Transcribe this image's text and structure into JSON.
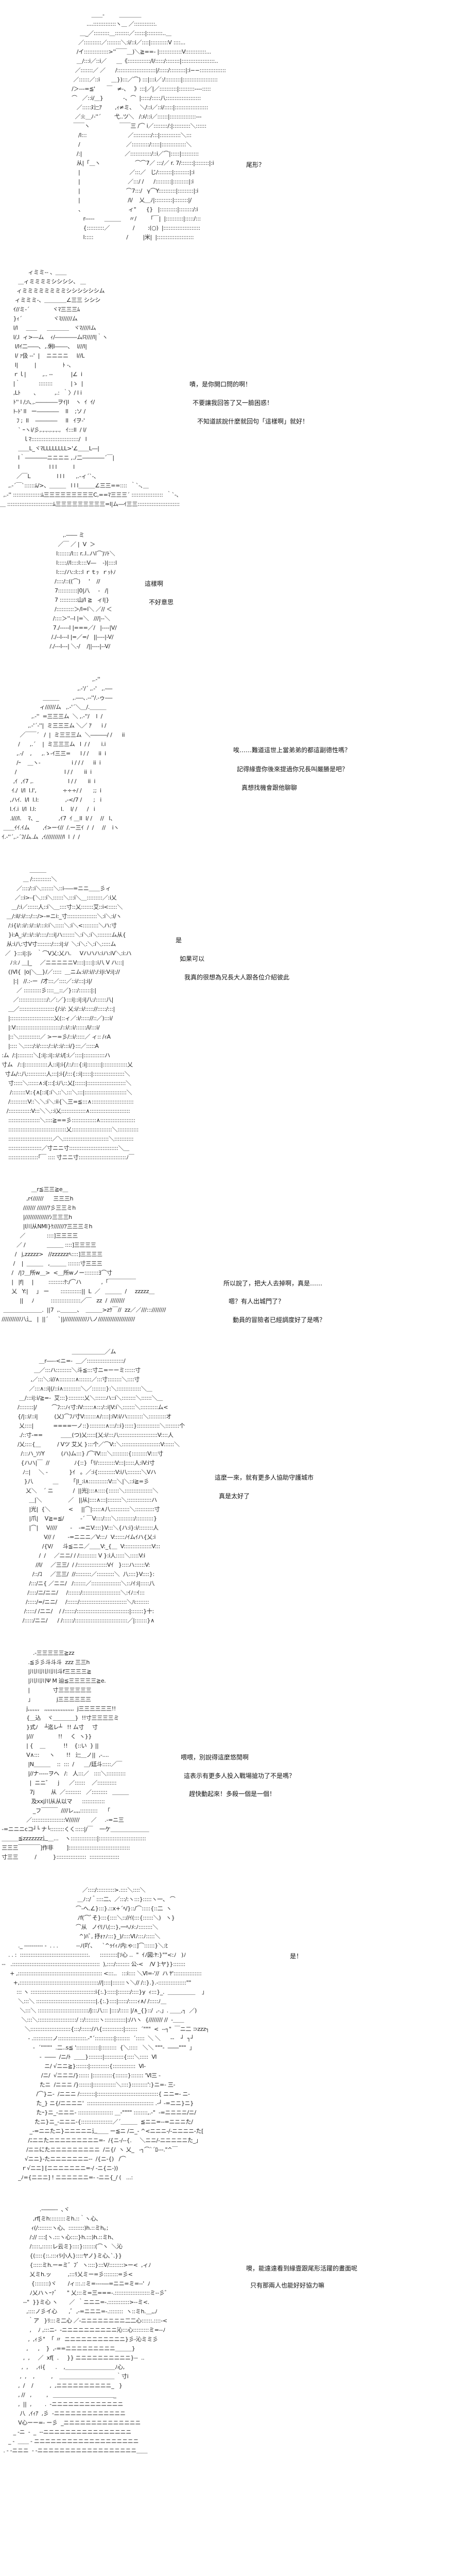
{
  "panels": [
    {
      "art": [
        "                  ＿＿-         ＿＿＿＿",
        "               ....:::::::::::::ヽ＿ ／::::::::::::.",
        "           ＿_／:::::::::＿::::::::／::::::|:::::::::..＿",
        "          ／::::::::::／::::::::＼:i/::i／::::|::::::::::V ::::...",
        "         /イ::::::::::::::>''￣￣＿)＼≧==- |:::::::::::::V::::::::::::...",
        "         ＿/:::i／::i／      ＿《:::::::::::::/l/:::::/::::::::|:::::::::::::::::::..",
        "        ／:::::::／ ／      /::::::::::::::::::::::|/:::::/:::::::::|:i−−:::::::::::::::",
        "       ／::::::／::i       ＿}):::／⌒) :::|:::i／:/:::::::::|::::::::::::::::::::",
        "      /＞---=≦'       ￣   ≠-、   》:::|／|／::::::::::|:::::::::----:::::",
        "      ⌒   ／::i/＿}            -、⌒  |:::::/:::::八::::::::::::::::::::",
        "         ／:::::ﾇ辷ｱ        ,ｨ≠ミ、   ＼/::i／::i/:::::|:::::::::::::::::::",
        "        ／:i:＿ﾉ-''´        弋..ツ＼   /:ﾒ/::i／::::::|:::::::::::::::---",
        "       ￣￣ヽ                  ￣￣三 /⌒ i／::::::::/:|::::::::::＼::::::",
        "          /l:::                         ／::::::::::/:::|::::::::::::＼:::",
        "          /                            ／::::::::::/:::::|::::::::::::::＼",
        "         /:|                          ／::::::::::::/::i／⌒|:::::|::::::::::",
        "         从|「＿ヽ                     ⌒⌒7／ :::/／ r. 7/:::::::|::::::::|:i",
        "          |                              ／:::／   じ/::::::::|:::::::::|:i",
        "          |                             ／:::/ /      /:::::::::|:::::::::|:i",
        "          |                            ⌒7:::/   γ⌒Y::::::::::|:::::::::|:i",
        "          |                             /l/    乂＿ﾉ|::::::::::|::::::::|/",
        "          、                           ィ\"      {}   |::::::::::|::::::::/:i",
        "             r-----      ＿＿＿     〃/       「￣|  |::::::::::|:::::/:::",
        "             {::::::::::／              /        :(○)  |:::::::::::::::::::::",
        "             l:::::                    /         |米|  |:::::::::::::::::::::"
      ],
      "dialogue": [
        "尾形？"
      ]
    },
    {
      "art": [
        "                 ィミミ-- 、＿＿",
        "           ＿ィミミミミシシシシ、 ＿",
        "          ィミミミミミミミミシシシシシシム",
        "         ィミミミ-、＿＿＿＿∠三三 シシシ",
        "        ｲ//ミ-´              ヾﾏ三三三ﾑ",
        "        }ｨ´                   ヾﾏ//////ム",
        "        l/l     ＿＿      ＿＿＿＿   ヾﾏ////iム",
        "        l/,l  ィ>―ム    ｨ/――――ムlﾏ////l|｀ヽ",
        "         l/lｲ二――､  ,.俐l――-､    l///l|",
        "         l/ ｧ伋 --'  |    ニニニニ     l//L",
        "         l|          |                ﾄ -､",
        "        ｒｌ|          ,.. --           |∠  i",
        "        |｀           ::::::::           |ゝ  |",
        "        ,Lﾄ        ､           ,.:  ｀〉/ l i",
        "        ﾄ'' l /;ﾊ､,.――――ヲｲ|l    ヽ  ｲ  ｲ/",
        "        ﾄ-ﾄ' ll   ー――――    ll    ;ソ /",
        "          ﾌ ;  ll    ――――     ll   ｲヲ-'",
        "           ` ｰヽi/彡,.,.,.,.,.,.,   ｲ:::ll  / l/",
        "              ｌﾏ:::::::::::::::::::::::::::/   l",
        "           ＿＿L_ヾﾏLLLLLLLL>'∠＿＿L―|",
        "           l｀――――ニニニニ ,.ﾉ二――――´￣|",
        "           l                  l l l          l",
        "          ／￣L                l l l       ,.-ィ´`-､",
        "     ,.-´￣`::::::ﾑ/>、＿＿＿   l l l＿＿＿∠三三==::::  ｀`-､＿",
        "  ,.-'' ::::::::::::::::ﾑ三三三三三三三三三C,==ﾏ三三三´ ::::::::::::::::::  ｀`-､",
        "＿ ::::::::::::::::::::::::::ﾑ三三三三三三三三三=l|ム―ｲ三三::::::::::::::::::::::::"
      ],
      "dialogue": [
        "嘖，是你開口問的啊！",
        "不要讓我回答了又一臉困惑！",
        "不知道該說什麼就回句「這樣啊」就好！"
      ]
    },
    {
      "art": [
        "          ,.―― ミ",
        "       ／￣ ／ |  V  ＞",
        "      l:::::::/l::: r..l..ハl⌒)ｿﾄ＼",
        "      l::::://l::::l::::V―    -)|::::l",
        "      l::::/ハ::l:::l ｒｔｯ  ｒｯﾄﾉ",
        "     /::::/::((⌒)     '    //",
        "     7:::::::::::|0|八     -   /|",
        "     7 ::::::::::山/l ≧   ィl|}",
        "     /::::::::::＞/l=l＼ ／// ＜",
        "    /::::＞''--l |=＼   ///|--＼",
        "    7./-----l |===／/   |----|V/",
        "   /./--l---l |=／=/   ||----|-V/",
        "  /./---l---| ＼-/    /||----|--V/"
      ],
      "dialogue": [
        "這樣啊",
        "不好意思"
      ]
    },
    {
      "art": [
        "                                                        ,.-''",
        "                                               ,.-'/´ ,.-'   ,.-―",
        "                          ＿＿＿        ,.―-､.--''/.-ゥ-―",
        "                        ィ//////ム   ,.-'´＼＿/.＿＿＿",
        "                   ,.-''  =三三三ム  ＼ ,.-''/    l  /",
        "                 ,.-'´-''|  ミ三三三ム ＼／ ｱ      i /",
        "            ／￣￣´   /  |  ミ三三三ム  ＼―――/ /      ii",
        "           /      ,.´    |  ミ三三三ム   l  / /       i.i",
        "          ,.-/    ,      ,.ゝ-ｲ三三=      l / /      ii  i",
        "          /ｰ    ＿ヽ-                   i / / /      ii  i",
        "         /                             l / /       ii  i",
        "        ,ｲ  ,ｲ7 ,.                     l / /       ii  i",
        "       ｲ./  l/l  l.l',                ÷÷÷/ /       ;;  i",
        "      ,ハｲ.  l/l  l.l:                ,-</7 /       ;   i",
        "      l.ｲ.i  l/l  l.l:               l.    l/ /      /   i",
        "      .l///l.    ﾏ、_            ,ｲ7  ｲ ＿ll  l/ /     //   l、",
        "  ＿＿ｲｲ.ｲム        ,ｲ>ーｲ//  /.ー三ｲ  /  /     //    iヽ",
        " ｲ.-''´,.-´ﾌ/ム.ム  ,ｲ//////////l  l  /  /"
      ],
      "dialogue": [
        "唉……難道這世上當弟弟的都這副德性嗎？",
        "記得緣壹你後來提過你兄長叫嚴勝是吧？",
        "真想找機會跟他聊聊"
      ]
    },
    {
      "art": [
        "                  ＿＿＿",
        "              ＿ /:::::::::::＼",
        "          ／::::/::i＼:::::::＼::i--―=ニニ＿＿彡ィ",
        "         ／::i>-{＼:::i＼::::::＼:::i＼＿:::::::::／:i乂",
        "       ＿/:i／::::::人::i＼＿::::寸::乂:::::::艾::i<:::::＼",
        "    ＿/:il/:i/:::/:::/>-=ニi:_寸:::::::::::::::::＼:i＼:i/ヽ",
        "     /:i{i/::i/::i/::i/:::i:i＼:::::＼:i＼<:::::::::＼ハ:寸",
        "     }i:A_:i/::i/::i/::::/:::i|ハ:::::::＼:i＼:i＼::::::::ム从{",
        "    从:i八:寸V寸::::::::/::::i|:i/  ＼:i＼:＼:i＼:::::ム",
        "   ／  }:::i|:|ﾚ   ｀⌒V乂:乂ハ.     Vハハハ:iハ:iV＼:i:ハ",
        "      ﾉ:i:ﾉ ＿|_     ／ニニニニニV::::|::::|::i八 V ハ:::|",
        "     ()Ⅵ{  |o|＼＿}/／:::::  ＿ニム:i//:i//:/:i|i:V:i|://",
        "        |:|   //.:-ー  /才:::／::::／::i/:::|:i|/",
        "          ／ ::::::::::彡::::＿::／}:::/:::::::|:|",
        "        ／::::::::::::::::/:／:／}:::i|::i|:i|八:/::::::八|",
        "     ＿／::::::::::::::::::::{/:i/: 乂:i/::i/::::://:::::/:::|",
        "     |:::::::::::::::::::::::::乂(::ィ／:i/::::://::／):::i/",
        "     |:V::::::::::::::::::::::::::/::i/::i/::::::/i/:::i/",
        "     |::＼::::::::::::／ >ー=彡/::i/:::::／ ィ:: /ｨA",
        "     |:::: ＼:::::/:i/:::::/::i/::i/:::i/}:::／:::::A",
        " :ム  /:|:::::::::＼[:i|::i|::i/:i/[:i／::::|::::::::::::ハ",
        " 寸ム   /::|:::::::::::::人::i|:i{/::/:::{:i|::::::::|::::::::::::::乂",
        "   寸ム/::八:::::::::::人:::|:i{/:::{::i|:::::|::::::::::::::::::＼",
        "     寸:::::＼::::::∧:i[:::[:i八::乂[::::::|::::::::::::::::::::::＼",
        "      /::::::::V::{∧[::i[:i＼::＼:::＼:::|::::::::::::::::::::::::＼",
        "     /::::::::::V::＼＼:i＼:ii{＼三=≦:::∧::::::::::::::::::::::::",
        "    /:::::::::::::V:::＼＼::i乂::::::::::::::∧:::::::::::::::::::::::",
        "     ::::::::::::::::::＼::::≧==彡::::::::::::::∧::::::::::::::::::::",
        "     :::::::::::::::::::::::::::::::::乂:::::::::::::::::::::::＼::::::::::::",
        "     :::::::::::::::::::::::::／＼::::::::::::::::::::::::::＼:::::::::::",
        "     :::::::::::::::::::／寸ニニ寸::::::::::::::::::::::::::::＼＿",
        "     :::::::::::::::::｢￣ :::: 寸ニニ寸:::::::::::::::::::::::::::ﾉ￣"
      ],
      "dialogue": [
        "是",
        "如果可以",
        "我真的很想為兄長大人跟各位介紹彼此"
      ]
    },
    {
      "art": [
        "                   ＿r≦三三≧e＿",
        "                ,rｲ//////      三三三h",
        "              /////// //////ｱ彡三三ミh",
        "              |//////////////ｼ三三三h",
        "              |l川从NMl}ｹ//////ｱ三三三ミh",
        "            ／             ::::]三三三三",
        "          ／ /             ＿＿＿ ::::]三三三三",
        "         /   j,zzzzz>   //zzzzzzﾍ::::]三三三三",
        "        /    |  ＿＿＿   ,＿＿＿ :::::::寸三三三",
        "       /   /|ﾌ＿所w＿>  <＿所wノー::::::::ﾖ⌒寸",
        "       |   |f|     |         :::::::::ｹ:/⌒ハ            ,「￣￣￣￣￣",
        "       乂   Y:|     」 ー       ::::::::::::||  L  ／   ＿＿＿  /     zzzzz＿",
        "            ||     ﾉ          :::::::::::::::::／￣   zz  /  ////////",
        "  ＿＿＿＿＿＿＿.  ||7  ,.＿＿＿、  ＿＿＿>zｹ￣//  zz／／///:::////////",
        " ///////////八辶   |  ||´      `||/////////////八ノ/////////////////////"
      ],
      "dialogue": [
        "所以說了，把大人去掉啊，真是……",
        "嗯？有人出城門了？",
        "動員的冒險者已經調度好了是嗎？"
      ]
    },
    {
      "art": [
        "                                      ＿＿＿＿＿＿／ム",
        "                  ＿r―--<ニ=-  ＿／:::::::::::::::::::::/",
        "               ＿／:::ハ:::::::::＼斗≦:::寸ニ=ーーミ::::::寸",
        "             ,／:::＼:i//∧:::::::::∧:::::::／:::寸::::::::＼::::寸",
        "            ／:::∧::i|(/::i∧::::::::::＼／::::::::}:＼::::::::::::::＼＿",
        "      ＿/:::i|:i/≧=-  艾:::}:::::::::乂＼::::::ハ::i＼::::::::＼::::::＼＿",
        "     /::::::::|/         ⌒ﾌ:::ﾉｨ寸:iV::::::∧:::/::i|V:i＼:::::::＼::::::::::ム<",
        "     {/|::i/::i|          (乂)⌒ﾌﾉ寸V:::::::∧/::::|:iV:i/ハ:::::::::＼::::::::::オ",
        "      乂::::|            ====一ノ::}:::::::::∧:::/::i}:::::}:::::::::::::＼::::::::个",
        "      ./::寸-==           ＿＿(つ)乂:::::[乂:i/:::八::::::::::::::::::::::V::::人",
        "     /乂::::{＿          / Vツ 艾乂 }:::个／⌒V::＼::::::::::::::::::::::V::::::＼",
        "       /:::ハ_ｿｿY          (ハ)ム:::} /⌒ﾏV::::＼:::::::::{:::::::::V::::寸",
        "       {ハハ|￣  //               ﾉ{::}  ｢ﾘ/::::::::::V:::|:::::人:iV:i寸",
        "        ﾉ::|     ＼ -             }ｲ   。／:i{::::::::::V:i八::::::::＼Vハ",
        "         }八            ＿         ｢|l_:i∧:::::::::::V:::＼|＼::i≧=彡",
        "          乂＼    ´ ニ            /  ||光|:::∧::::{::::::＼::::::::::::::::＼",
        "            ＿|＼                ／   ||从|::::∧:::|::::::::＼::::::::::::::ハ",
        "            |光|  {＼           <     ||⌒|:::::∧八:::::::::::＼:::::::::::寸",
        "            |爪|    V≧=≦/          -´ ￣V::::/::::＼::::::::::/::::::::::}",
        "            |⌒|     V////        -    -=ニV::::}V:::＼{ハ:i}:i/::::::::人",
        "                     V// /        -=ニニニ／V:::ﾉ  V::::::ﾉｲムｲハ{乂:i",
        "                    /{V/      斗≦ニニ／＿＿V:_{＿  V::::::::::::::::V:::",
        "                  /  /     ／ニニ/ / /:::::::::: V }:i人:::::＼:::::V:i",
        "                //l/     ／三三/  / /:::::::::::::::::Vｲ   }::::ハ::::::V:",
        "              /::/ｺ     ／三三/  //:::::::::／::::::::::＼  八::::}V::::}:",
        "            /:::/ニ{ ／ニニ/   /:::::::／:::::::::::::::::＼::ﾉｲ:i|:::::八",
        "           /::::/ニ/ニニ/     /:::::::/::::::::::::::::::::::＼:ｲﾉ::ｲ:::",
        "          /:::::/=/ニニ/     /::::::/:::::::::::::::::::::::::::＼ﾊ::::::::",
        "         /:::::/ /ニニ/    / /::::::/::::::::::::::::::::::::::::::|:::::::}十:",
        "        /:::::/ニニ/      / /::::::/::::::::::::::::::::::::::::::／|:::::::}∧"
      ],
      "dialogue": [
        "這麼一來，就有更多人協助守護城市",
        "真是太好了"
      ]
    },
    {
      "art": [
        "                    .-三三三三三≧zz",
        "                 .≦彡彡斗斗斗  zzz 三三h",
        "                 |川川川川川斗f三三三三≧",
        "                 |川川川Ψ M 辿≦三三三三三≧e.",
        "                 |              寸三三三三三三",
        "                 」              j三三三三三三",
        "                j,,,,,,,   ,,,,,,,,,,,,,,,,,,  j三三三三三三!!",
        "                {＿込    ヾ＿＿＿＿}  !!寸三三三三ミ",
        "                }式ﾉ    ┴迄レ┴   !! ム寸     寸",
        "                |///               !!     く  ヽ}}",
        "                | {    ＿           !!    {::い  } ||",
        "                V∧:::      ヽ       !!   辷＿ノ||  ,-....",
        "                 |N＿＿＿    ::  :::  /      ＿/廷斗:::::／￣",
        "                 |//ナ-----ヲへ   /:   人:::／   ::::＼:::::::::::",
        "                  |  ニニ゛    j      ／::::::    ／:::::::::::",
        "                  7j          从  ／:::::::::   ／:::::::::   ＿＿＿",
        "                   及xxj川从从以マ      :::::::::::::",
        "                    _フ￣￣￣  ////レ,,,,::::::::::      ｢",
        "                ／:::::::::::::::::::V//////       ／     .-=ニ三",
        " -=ニニニcコ┘└ ナ└::::::::くく:::::|/￣    一ケ＿＿＿＿＿＿＿",
        " ＿＿＿≦zzzzzzz辶＿...    ヽ:::::::::::::::|:::::::::::::::::::::::::::",
        " 三三三￣￣￣￣]作非        ]:::::::::::::::::::::::::::::::::::",
        " 寸三三          /          }:::::::::::::::::  :::::::::::::::::"
      ],
      "dialogue": [
        "喂喂，別說得這麼悠閒啊",
        "這表示有更多人投入戰場搶功了不是嗎？",
        "趕快動起來！多殺一個是一個！"
      ]
    },
    {
      "art": [
        "                                                  ／::::/::::::::::>.::::＼::::＼",
        "                                               ＿ﾉ::/＾::::二、／:::/:ヽ:::}:::::ヽ一、 ⌒",
        "                                              ⌒-へ.∠}:::}.::x+´ﾍ/}::/⌒:::::{::二  ヽ",
        "                                               ﾉf(⌒ﾞそ}:::{::::＼:://ｲ(:::{::::::＼)   ヽ}",
        "                                              ⌒从   ノｲﾘ八(:::},一ﾍﾉﾒ:ﾉ::::::::＼",
        "                                                ^)ﾊﾞ, 抒ｫｧﾉ:::}_)/::::Ⅵﾉ:::ﾉ:::::＼",
        "           ._ ---------- -  . . .           --ﾉ(吖、    `^ｩｲｨﾉ内:ゃ::]⌒::::::}＼:ﾋ",
        "     . . :  :::::::::::::::::::::::::::::::::::::::.      ::::::::::[ｿ心 ‥  \"  ｲﾉ図:ﾔ:}\"\"<:ﾉ   )ﾉ",
        " --   .::::::::::::::::::::::::::::::::::::::::::::::::::  ),::::/:::::::: 公-<    /V ]:ヤ}}:::::::",
        "      + ,:::::::::::::::::::::::::::::::::::::::::::::::: <:::..   :::i:::: ＼Ⅵ=-'//  ハ ﾔ'::::::::::::::::",
        "        +,::::::::::::::::::::::::::::::::::::::::::::://|::::|:::::::ヽ＼// /::}.}.-::::::::::::::::\"\"",
        "          ::: ヽ :::::::::::::::::::::::::::::::::::::i{:.}:::::|:::::::/::::}y  ｨ:::}_.  ＿＿＿＿＿    」",
        "           ＼:::＼ ::::::::::::::::::::::::::::::::::|.{:.}::::|:::::/:::::ｨ∧/ /:::::ﾉ＿",
        "            ＼:::＼ :::::::::::::::::::::::::::::/j:::八::: |::::/::::: |/∧_{}::/  ,-.」. ＿＿,┐  ／)",
        "             ＼:::＼::::::::::::::::::::::/ ::/::::::::ヽ::::::::::::|:/ハヽ  {//////// //  ‐＿＿",
        "               ＼:::::::::::::::::::::::{:::/::::::/ハ{::::::::::::|:::::::  ´\"\"\"  <  --┐\"  ￣ニ二 ⊃zzz┐",
        "                 - .:::::::::::ノ::::::::::::::::.-\"´:::::::::::|::::::::  ´:::::  ＼ ＼      --    ┘  ┐┘",
        "                    -  ´''''''''  .二..s≦ ':::::::::::::|:::::::::  {＼:::::   ＼＼ \"\"\"-  ――\"\"\"  」",
        "                        -  ――  /ニ/ﾄ  ＿＿}::::::::|:::::::::::{::::＼:::::  Ⅵ",
        "                           ニ/ √ニニ≧}:::::::|:::::::::::{:::::::::::::  Ⅵ-",
        "                         /ニ/  √ニニニ/}:::::: |:::::::::::{:::::::}::::::: 'Ⅵ三 -",
        "                        たニ  /ニニニ /}:::::::|:::::::::::::＼::::}:::::::::':}ニ=- 三-",
        "                      /⌒}ニ-  /ニニニ /:::::::::|:::::::::::::::::::::::::::::::::::{ ニニ=- ニ-",
        "                      た_} ニ{/ニニニニ'  :::::::::::::::::::::::::::::::::::::: .-┘ -=ニニ}ニ}",
        "                      たｰ}ニ_-ニニニ- :::::::::::::::::::: ＿-\"\"\"\" ::::::::,.-\"  -=ニニニニ/ニ/",
        "                     たニ}ニ_-ニニニ-{::::::::::::::::::／´＿＿＿  ≦ニニ=--=ニニニた/",
        "                  _-=ニニたニ}ニニニニニ辶＿＿ ー≦ニ /ニ_- ^<ニニニ-/-ニニニニ-た[",
        "                 /ﾆニニたニニニニニニニニニ=-  /{ニ-/--{.     ＼ニニ/-ニニニニニた_」",
        "                /ニニにたニニニニニニニニニ  /ニ{/  ヽ 乂_   -┐⌒`´ﾛ---.\"^￣",
        "               √ニニ}-たニニニニニニニ--  /{ニ-{)   /⌒",
        "             ｒ√ニニ] [ニニニニニニニ=-/ -ニ{ニ-))",
        "           _ﾉ={ニニニ] ! ニニニニニニ=- -ニニ{_/ (   ...:"
      ],
      "dialogue": [
        "是！"
      ]
    },
    {
      "art": [
        "                        .-――--  ､ヾ",
        "                    ,rf[ミh:::::::::ミh.::｀ヽ心､",
        "                   ｨ(/::::::::ヽ心、:::::::::)h.::ミh｡;",
        "                  /:// ::::[ヽ.:::ヽ心::::}h.:::)h.::ミh、",
        "                  /:::::,::::::レ云ミ}::::}:::::::(⌒ヽ  ＼沁",
        "                  {(::::{::.:::ｨﾘ小人}::::ヤノ}ミ心､`.}}",
        "                  {:::::ミh.ー=ミ゛ﾌﾞ  ヽ::::}:::V/::::::::>ー<  ,ィﾉ",
        "                  乂ミh.ッ          ,:::ﾘ乂ミー=彡::::::::=彡<",
        "                   {::::::::)ヾ       /ィ:::.::ミ=----―=ニニ=ミ=--'  ﾉ",
        "                  ﾉ乂ハヽｰｧﾞ      \" 乂:::ミ=三===-.::::::::::::::::::::ミ--彡゛",
        "              --\"  }}ミ心 ヽ       ／  ｀ニニニ=-.::::::::::::>--ミ<.",
        "                ,::::ノ彡イ心       ,ﾞ  ,-=ニニニ=-.::::::::  ヽ::ミh.＿,,ﾉ",
        "                 ｀ア   }ﾘ:::ミ二心 ／-ニニニニニニニニ二二心::::::.::::-<",
        "                  ,    ﾉ ,:::ニ-  -ニニニニニニニニニニ沁:::心:::::::::ミ=--ﾉ",
        "                 ,  ,ｨ彡\"  「 〃  ニニニニニニニニニニニ}彡-沁ミミ彡",
        "                ,      ,    }  ,-==ニニニニニニニニニ＿＿＿}",
        "              ,  ,     ／  xf[  .     }} ニニニニニニニニニニ}--  ..",
        "             ,  ,     ,ｨi{      .    ,＿＿＿＿＿＿＿＿＿ﾉ心,",
        "            ,  ,    ,          ,    ＿＿＿＿＿＿＿＿＿＿ ｀寸i",
        "           ,  /    /          ,  ,ニニニニニニニニニニ_   }",
        "           , //   ,         ,   ＿＿＿＿＿＿＿＿＿＿＿_",
        "           ,  ||  ,        .  -ニニニニニニニニニニニニニ",
        "            八  ,ｲｨｱ  ,彡  -ニニニニニニニニニニニニニ",
        "           V心ーー=- ー彡  _ニニニニニニニニニニニニニニ",
        "        _ -ニ  -  _  --ニニニニニニニニニニニニニニニニ",
        "     _ -  ＿＿ - ニニニニニニニニニニニニニニニニニニニ",
        "  . - -ニニニ  - -ニニニニニニニニニニニニニニニニニニ＿＿"
      ],
      "dialogue": [
        "噢，能遠遠看到緣壹跟尾形活躍的畫面呢",
        "只有那兩人也能好好協力嘛"
      ]
    }
  ]
}
